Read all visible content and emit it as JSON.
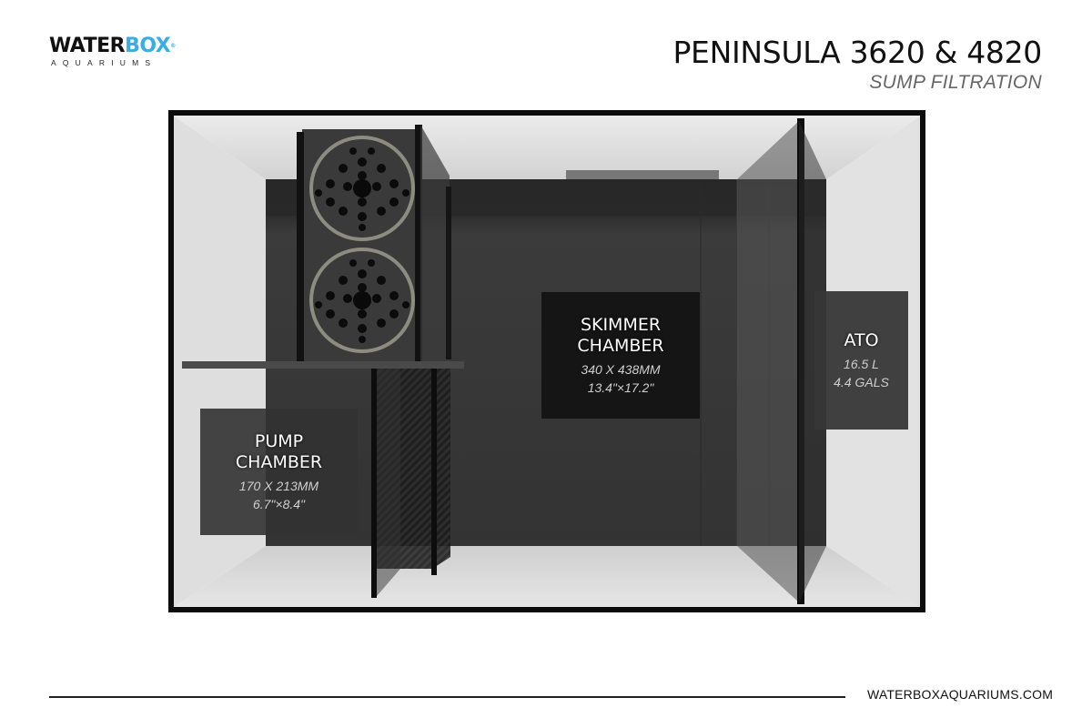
{
  "brand": {
    "logo_primary": "WATER",
    "logo_accent": "BOX",
    "logo_reg": "®",
    "logo_sub": "AQUARIUMS",
    "accent_color": "#3aaee3"
  },
  "header": {
    "title": "PENINSULA 3620 & 4820",
    "subtitle": "SUMP FILTRATION"
  },
  "chambers": [
    {
      "name_line1": "PUMP",
      "name_line2": "CHAMBER",
      "dim_metric": "170 X 213MM",
      "dim_imperial": "6.7\"×8.4\""
    },
    {
      "name_line1": "SKIMMER",
      "name_line2": "CHAMBER",
      "dim_metric": "340 X 438MM",
      "dim_imperial": "13.4\"×17.2\""
    },
    {
      "name_line1": "ATO",
      "name_line2": "",
      "dim_metric": "16.5 L",
      "dim_imperial": "4.4 GALS"
    }
  ],
  "components": {
    "filter_socks": 2,
    "filter_sock_icon": "filter-sock-icon"
  },
  "footer": {
    "url": "WATERBOXAQUARIUMS.COM"
  }
}
